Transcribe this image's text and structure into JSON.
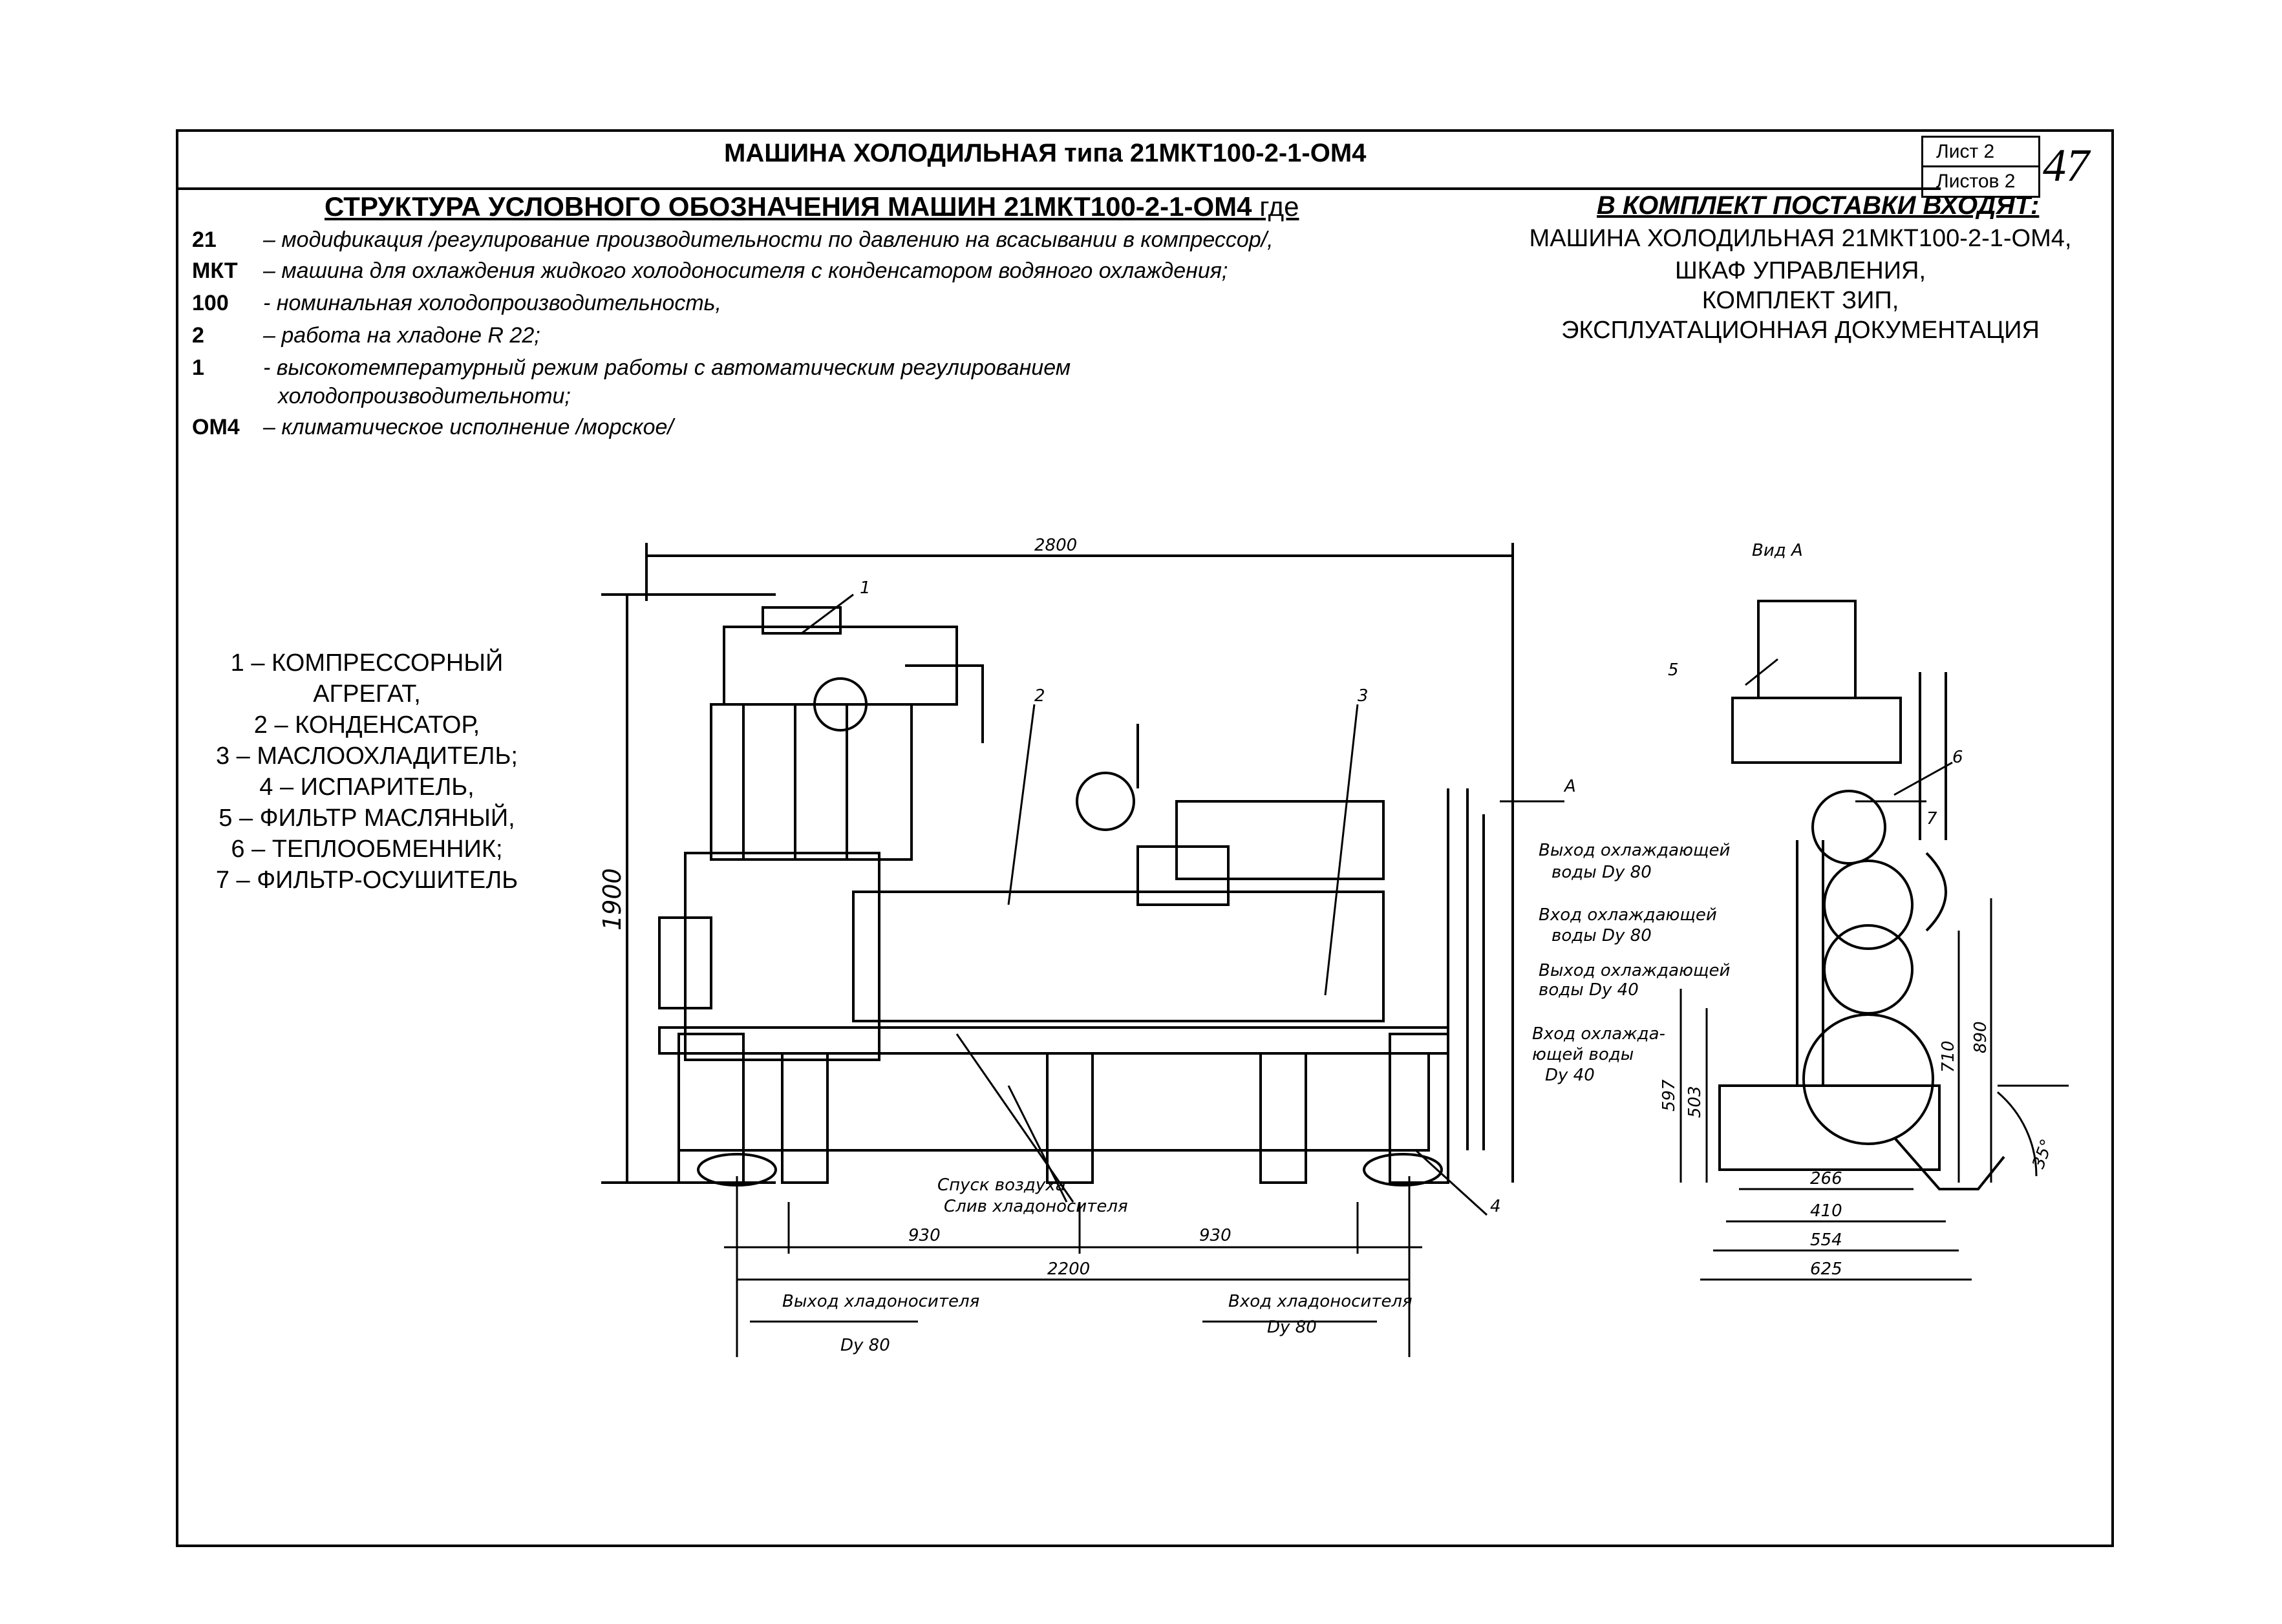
{
  "header": {
    "title": "МАШИНА ХОЛОДИЛЬНАЯ типа 21МКТ100-2-1-ОМ4",
    "sheet": "Лист 2",
    "sheets_total": "Листов 2",
    "page_number": "47"
  },
  "structure": {
    "title": "СТРУКТУРА УСЛОВНОГО ОБОЗНАЧЕНИЯ МАШИН 21МКТ100-2-1-ОМ4",
    "title_suffix": "где",
    "items": [
      {
        "key": "21",
        "text": "– модификация /регулирование производительности по давлению на всасывании в компрессор/,"
      },
      {
        "key": "МКТ",
        "text": "– машина для охлаждения жидкого холодоносителя с конденсатором водяного охлаждения;"
      },
      {
        "key": "100",
        "text": "- номинальная холодопроизводительность,"
      },
      {
        "key": "2",
        "text": "– работа на хладоне R 22;"
      },
      {
        "key": "1",
        "text": "- высокотемпературный режим работы с автоматическим регулированием"
      },
      {
        "key": "",
        "text": "холодопроизводительноти;"
      },
      {
        "key": "ОМ4",
        "text": "– климатическое исполнение /морское/"
      }
    ]
  },
  "supply": {
    "title": "В КОМПЛЕКТ ПОСТАВКИ ВХОДЯТ:",
    "items": [
      "МАШИНА ХОЛОДИЛЬНАЯ 21МКТ100-2-1-ОМ4,",
      "ШКАФ УПРАВЛЕНИЯ,",
      "КОМПЛЕКТ ЗИП,",
      "ЭКСПЛУАТАЦИОННАЯ ДОКУМЕНТАЦИЯ"
    ]
  },
  "legend": [
    "1 – КОМПРЕССОРНЫЙ",
    "АГРЕГАТ,",
    "2 – КОНДЕНСАТОР,",
    "3 – МАСЛООХЛАДИТЕЛЬ;",
    "4 – ИСПАРИТЕЛЬ,",
    "5 – ФИЛЬТР МАСЛЯНЫЙ,",
    "6 – ТЕПЛООБМЕННИК;",
    "7 – ФИЛЬТР-ОСУШИТЕЛЬ"
  ],
  "drawing": {
    "dim_length": "2800",
    "dim_height": "1900",
    "dim_930_left": "930",
    "dim_930_right": "930",
    "dim_2200": "2200",
    "callout_1": "1",
    "callout_2": "2",
    "callout_3": "3",
    "callout_4": "4",
    "air_release": "Спуск воздуха",
    "coolant_drain": "Слив хладоносителя",
    "coolant_out": "Выход хладоносителя",
    "coolant_out_size": "Dy 80",
    "coolant_in": "Вход хладоносителя",
    "coolant_in_size": "Dy 80",
    "arrow_a": "А",
    "water_out_1": "Выход охлаждающей",
    "water_out_1b": "воды Dy 80",
    "water_in_1": "Вход охлаждающей",
    "water_in_1b": "воды Dy 80",
    "water_out_2": "Выход охлаждающей",
    "water_out_2b": "воды Dy 40",
    "water_in_2": "Вход охлажда-",
    "water_in_2b": "ющей воды",
    "water_in_2c": "Dy 40",
    "view_a": "Вид А",
    "callout_5": "5",
    "callout_6": "6",
    "callout_7": "7",
    "dim_266": "266",
    "dim_410": "410",
    "dim_554": "554",
    "dim_625": "625",
    "dim_597": "597",
    "dim_503": "503",
    "dim_710": "710",
    "dim_890": "890",
    "angle_35": "35°"
  }
}
